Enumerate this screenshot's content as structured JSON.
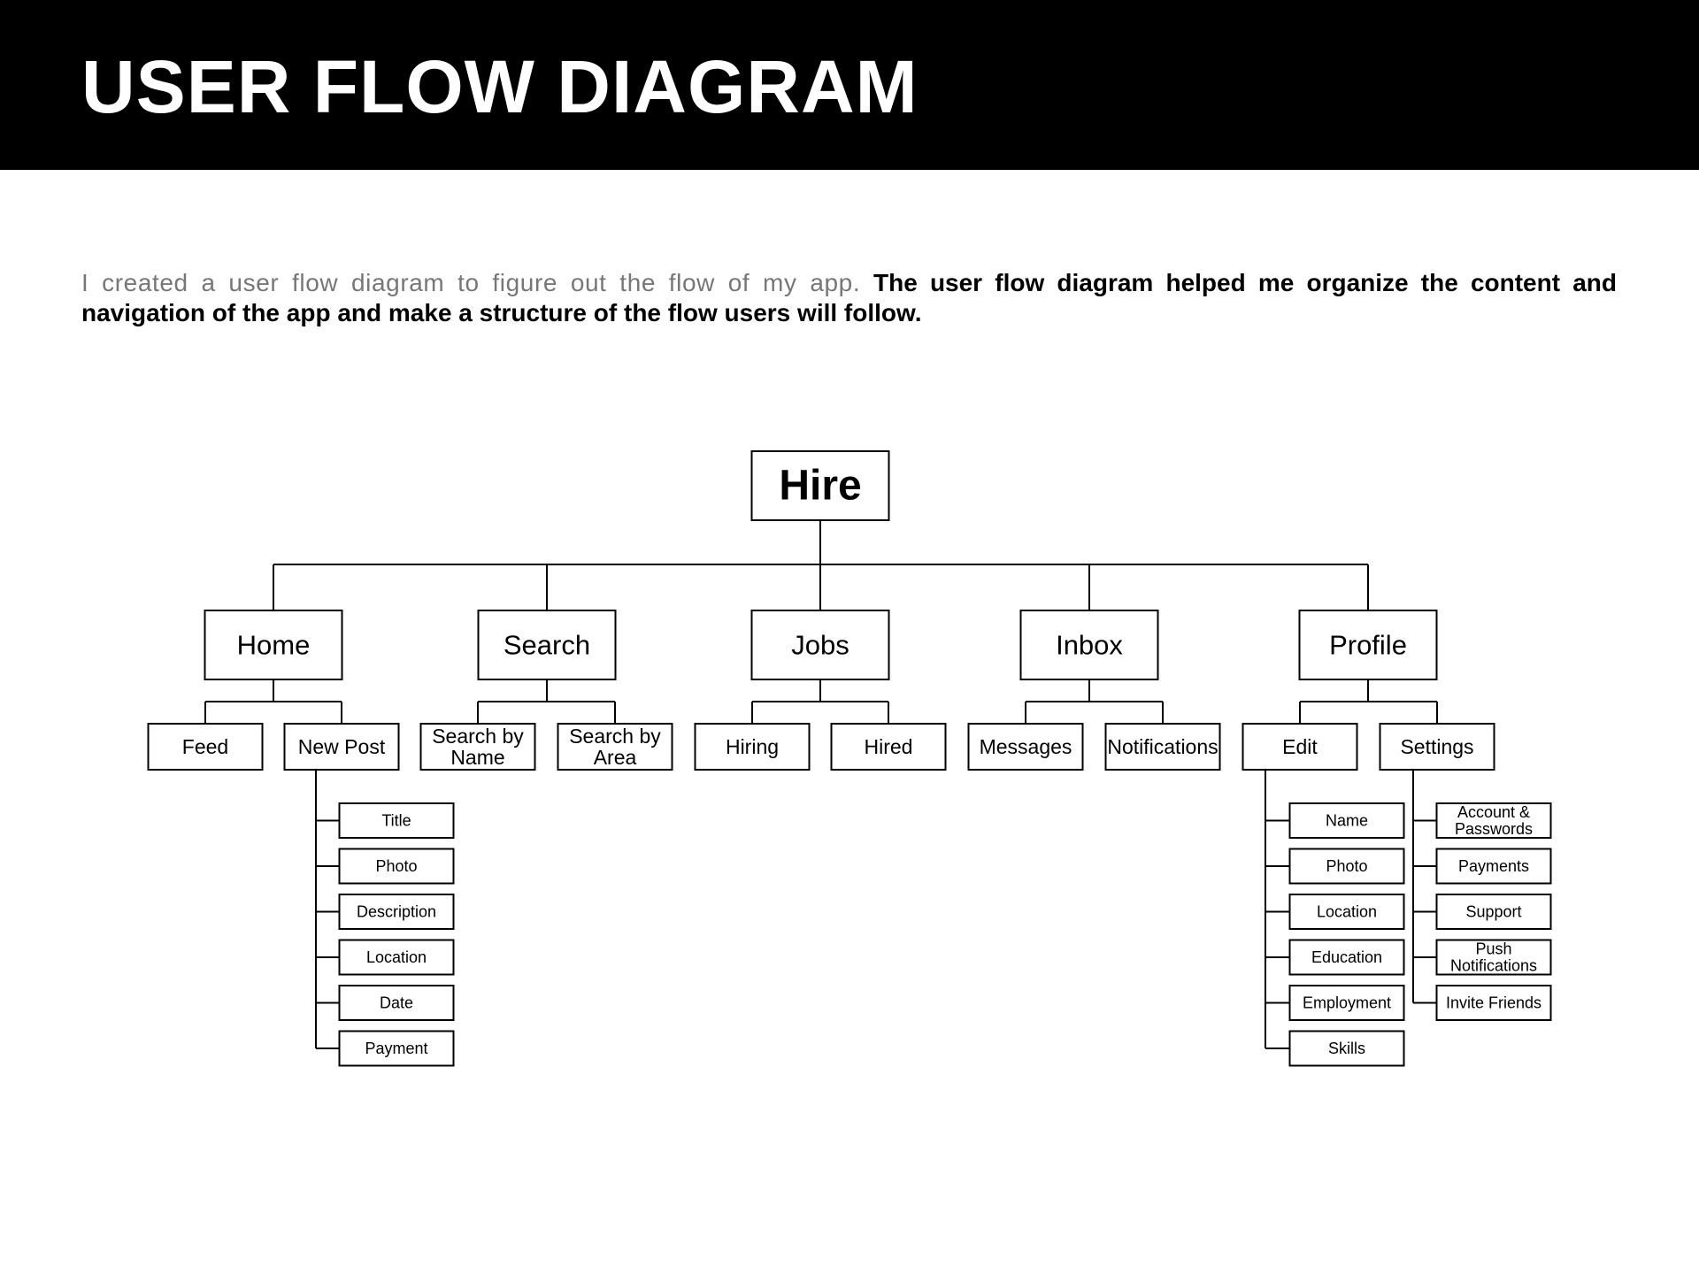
{
  "header": {
    "title": "USER FLOW DIAGRAM"
  },
  "intro": {
    "light_text": "I created a user flow diagram to figure out the flow of my app. ",
    "bold_text": "The user flow diagram helped me organize the content and navigation of the app and make a structure of the flow users will follow."
  },
  "diagram": {
    "root": "Hire",
    "sections": {
      "home": {
        "label": "Home",
        "children": [
          "Feed",
          "New Post"
        ]
      },
      "search": {
        "label": "Search",
        "children": [
          "Search  by\nName",
          "Search by\nArea"
        ]
      },
      "jobs": {
        "label": "Jobs",
        "children": [
          "Hiring",
          "Hired"
        ]
      },
      "inbox": {
        "label": "Inbox",
        "children": [
          "Messages",
          "Notifications"
        ]
      },
      "profile": {
        "label": "Profile",
        "children": [
          "Edit",
          "Settings"
        ]
      }
    },
    "new_post_items": [
      "Title",
      "Photo",
      "Description",
      "Location",
      "Date",
      "Payment"
    ],
    "edit_items": [
      "Name",
      "Photo",
      "Location",
      "Education",
      "Employment",
      "Skills"
    ],
    "settings_items": [
      "Account &\nPasswords",
      "Payments",
      "Support",
      "Push\nNotifications",
      "Invite Friends"
    ]
  }
}
